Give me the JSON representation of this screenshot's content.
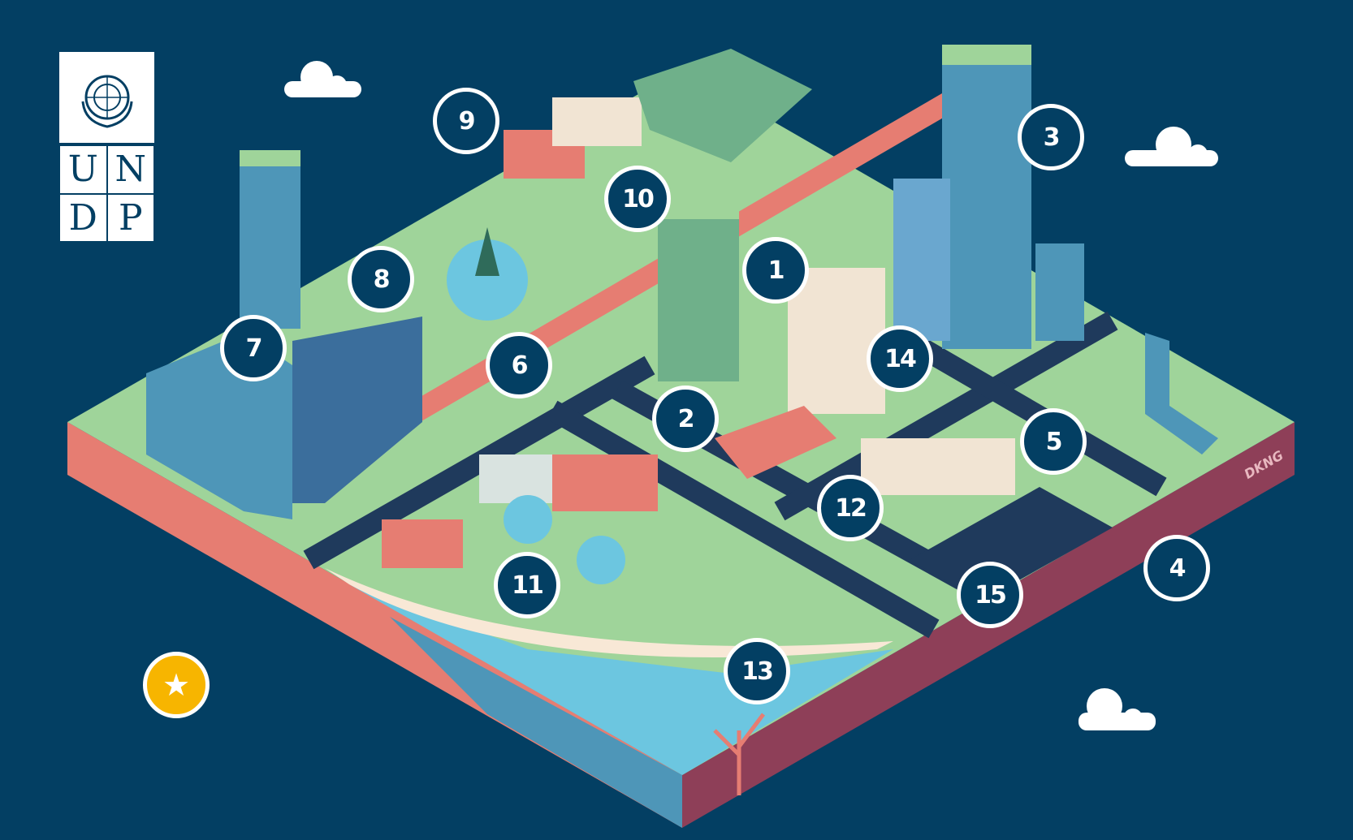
{
  "logo": {
    "letters": [
      "U",
      "N",
      "D",
      "P"
    ],
    "emblem": "un-emblem-icon"
  },
  "brand_signature": "DKNG",
  "markers": [
    {
      "label": "1"
    },
    {
      "label": "2"
    },
    {
      "label": "3"
    },
    {
      "label": "4"
    },
    {
      "label": "5"
    },
    {
      "label": "6"
    },
    {
      "label": "7"
    },
    {
      "label": "8"
    },
    {
      "label": "9"
    },
    {
      "label": "10"
    },
    {
      "label": "11"
    },
    {
      "label": "12"
    },
    {
      "label": "13"
    },
    {
      "label": "14"
    },
    {
      "label": "15"
    }
  ],
  "star_button": {
    "icon": "star-icon"
  },
  "colors": {
    "background": "#033f63",
    "grass": "#9fd49a",
    "road": "#1f3a5c",
    "slab_left": "#e67d72",
    "slab_right": "#8e3f58",
    "water": "#6cc6e0",
    "star": "#f7b500"
  }
}
